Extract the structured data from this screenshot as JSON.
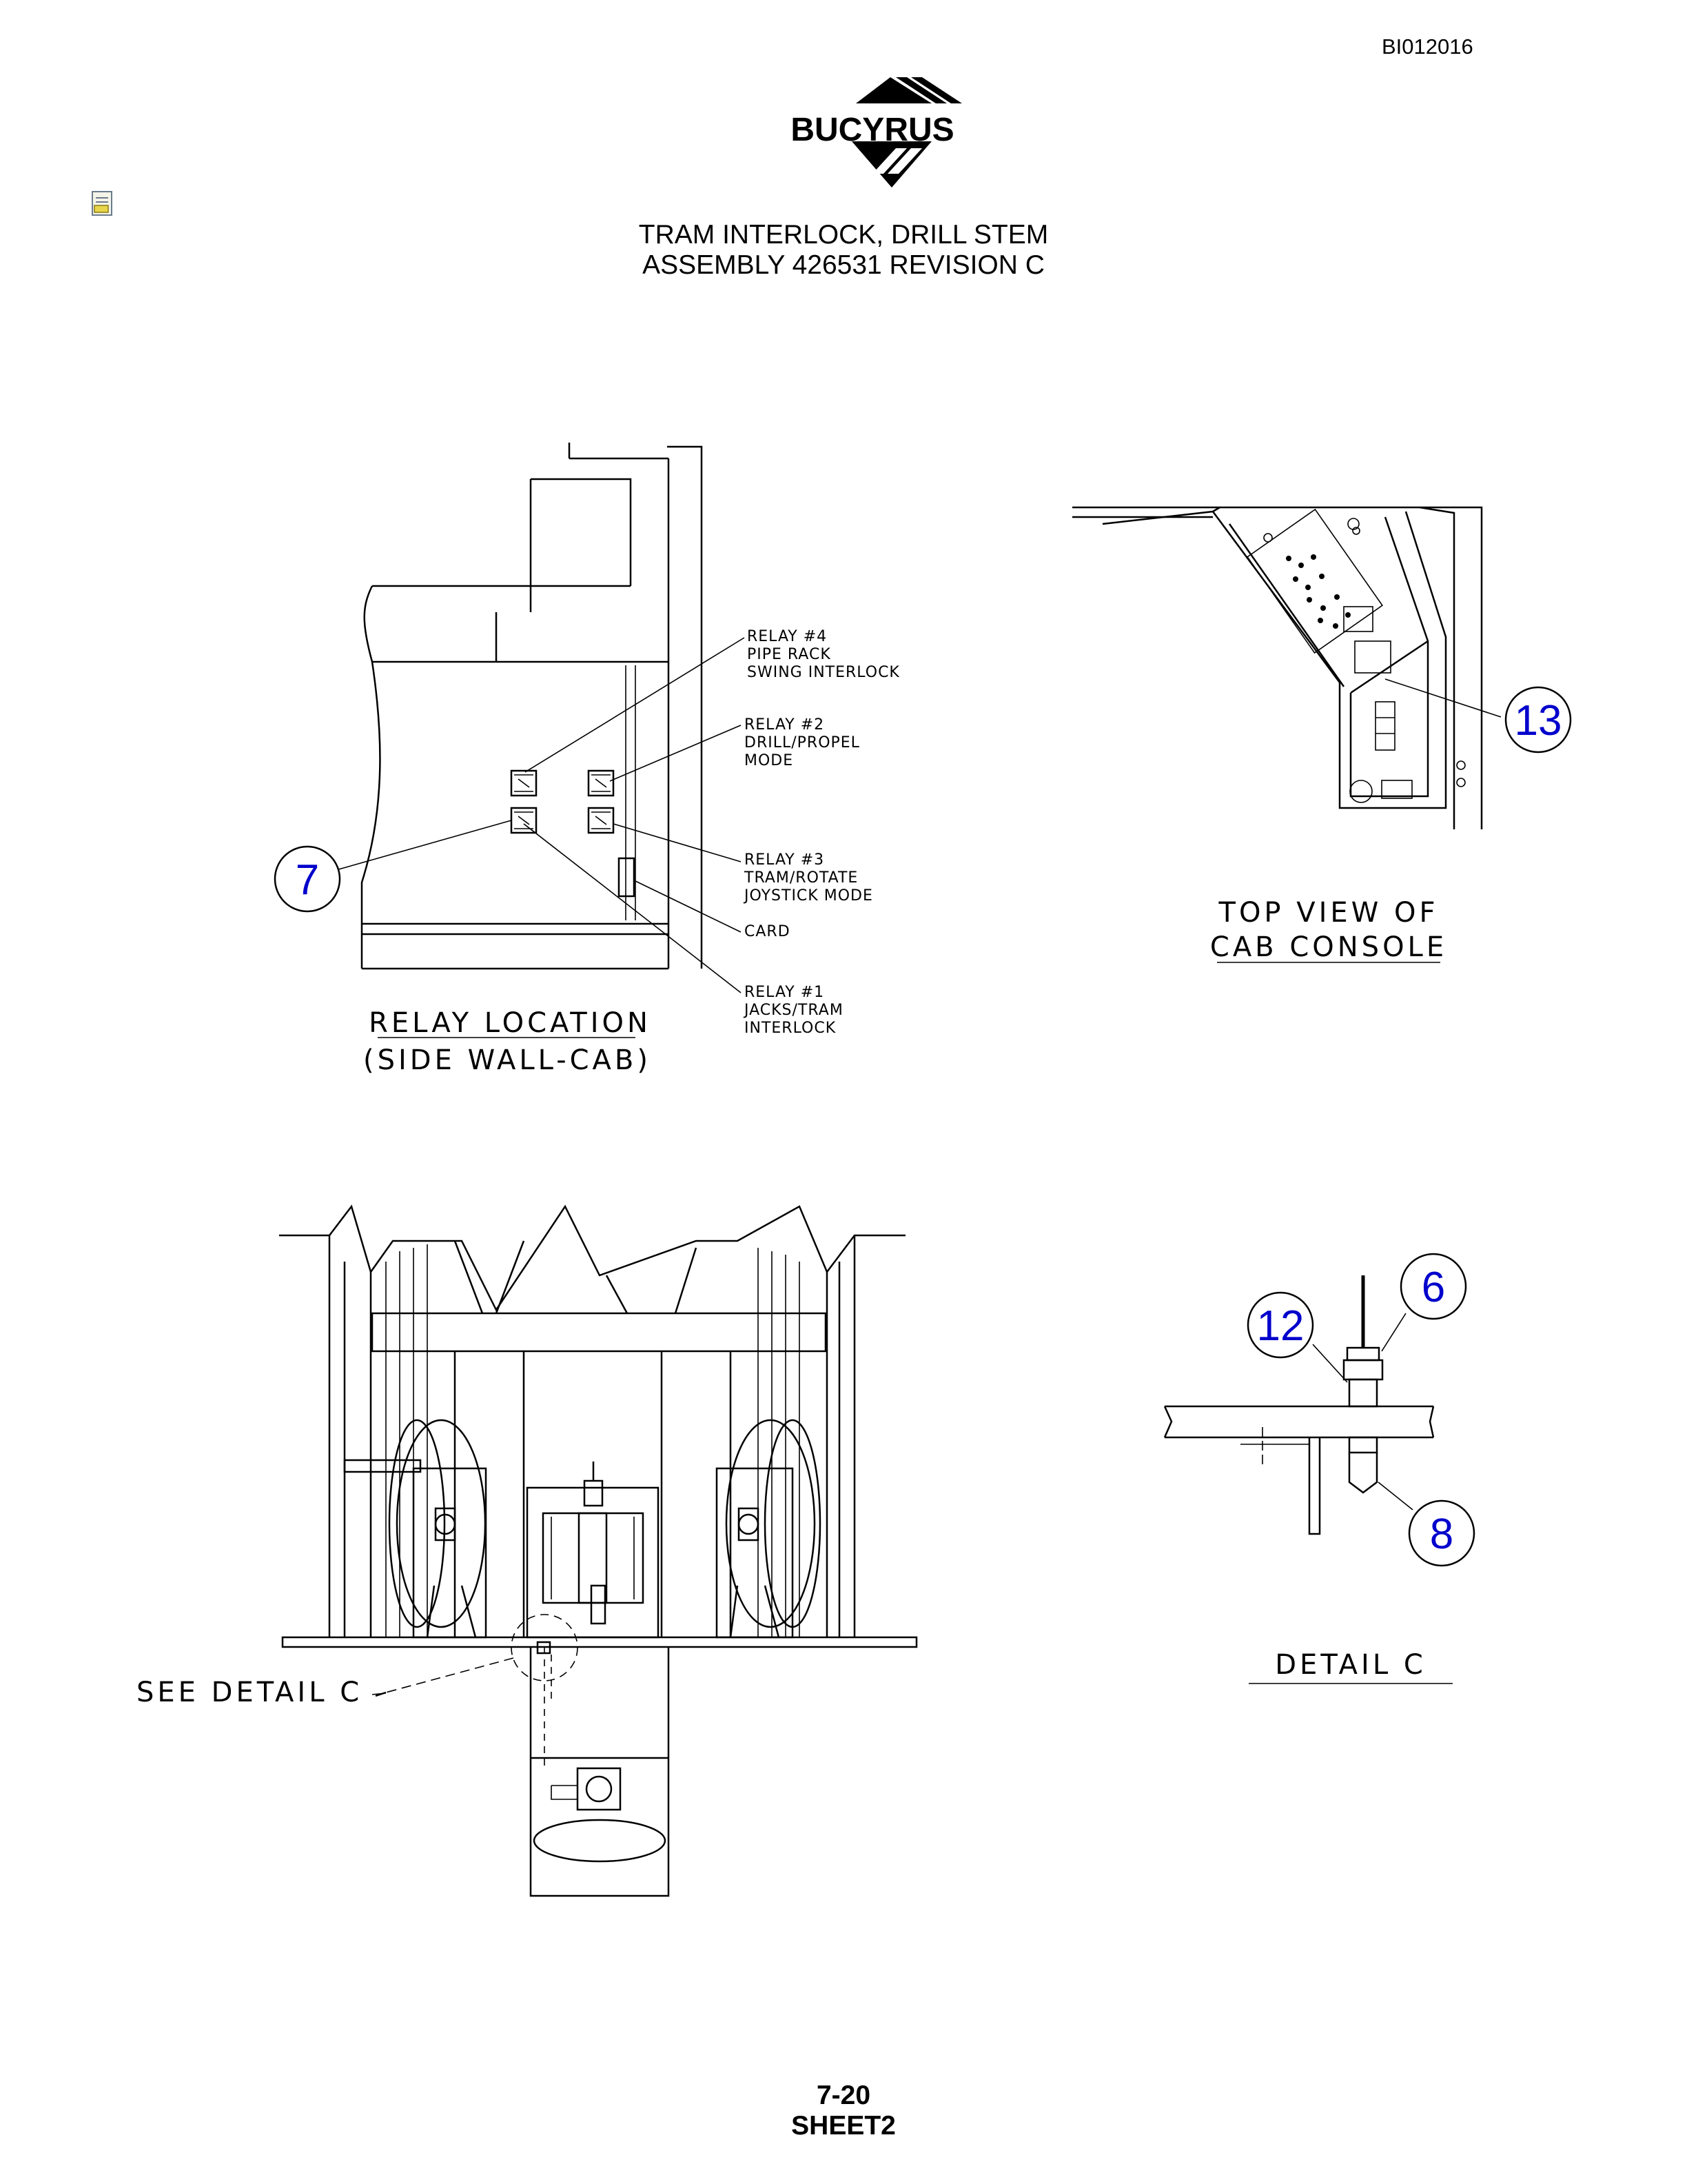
{
  "header": {
    "doc_id": "BI012016",
    "logo_text": "BUCYRUS",
    "title_line1": "TRAM INTERLOCK, DRILL STEM",
    "title_line2": "ASSEMBLY 426531 REVISION C"
  },
  "relay_view": {
    "caption_line1": "RELAY LOCATION",
    "caption_line2": "(SIDE WALL-CAB)",
    "callouts": [
      {
        "line1": "RELAY #4",
        "line2": "PIPE RACK",
        "line3": "SWING INTERLOCK"
      },
      {
        "line1": "RELAY #2",
        "line2": "DRILL/PROPEL",
        "line3": "MODE"
      },
      {
        "line1": "RELAY #3",
        "line2": "TRAM/ROTATE",
        "line3": "JOYSTICK MODE"
      },
      {
        "line1": "CARD"
      },
      {
        "line1": "RELAY #1",
        "line2": "JACKS/TRAM",
        "line3": "INTERLOCK"
      }
    ],
    "balloon": "7"
  },
  "console_view": {
    "caption_line1": "TOP VIEW OF",
    "caption_line2": "CAB CONSOLE",
    "balloon": "13"
  },
  "bottom_view": {
    "see_detail": "SEE DETAIL C"
  },
  "detail_c": {
    "caption": "DETAIL C",
    "balloons": [
      "6",
      "12",
      "8"
    ]
  },
  "footer": {
    "page": "7-20",
    "sheet": "SHEET2"
  }
}
